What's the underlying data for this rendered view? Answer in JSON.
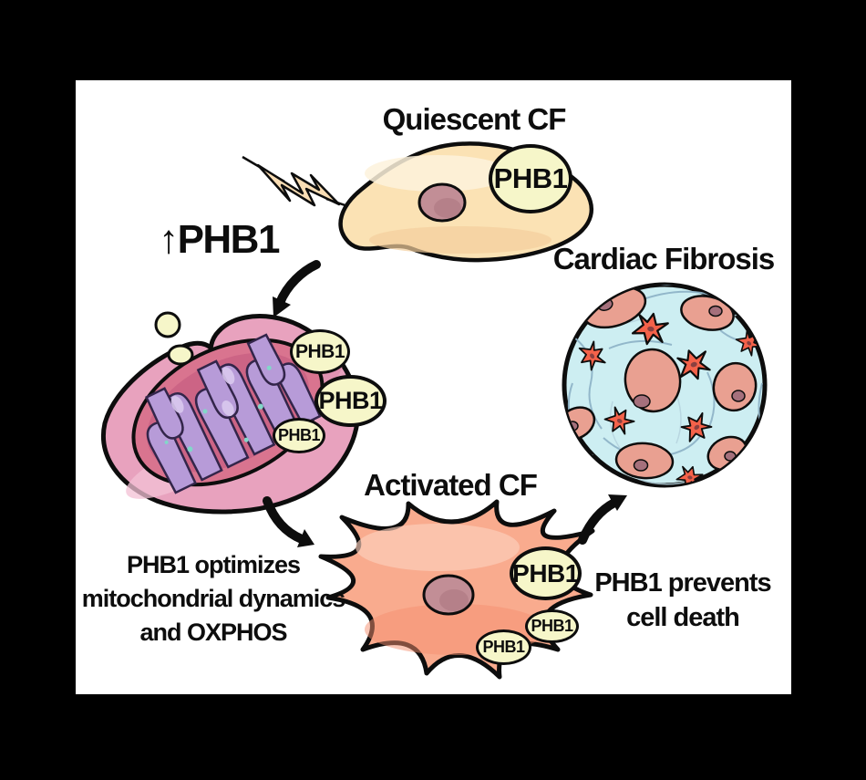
{
  "figure": {
    "type": "graphical-abstract",
    "topic": "PHB1 in cardiac fibroblasts"
  },
  "titles": {
    "quiescent": "Quiescent CF",
    "cardiac_fibrosis": "Cardiac Fibrosis",
    "activated": "Activated CF"
  },
  "annotations": {
    "phb1_up": "↑PHB1",
    "mito_line1": "PHB1 optimizes",
    "mito_line2": "mitochondrial dynamics",
    "mito_line3": "and OXPHOS",
    "death_line1": "PHB1 prevents",
    "death_line2": "cell death"
  },
  "badge_label": "PHB1",
  "icons": {
    "lightning": "stress-stimulus-lightning-icon",
    "arrows": [
      "arrow-quiescent-to-mitochondria",
      "arrow-mitochondria-to-activated",
      "arrow-activated-to-fibrosis"
    ]
  },
  "colors": {
    "background": "#000000",
    "panel_bg": "#ffffff",
    "outline": "#0d0d0d",
    "quiescent_cell": "#fbe2b4",
    "cell_nucleus": "#c28e96",
    "phb1_badge_bg": "#f6f6c9",
    "lightning": "#f9ddb4",
    "mito_outer": "#e8a2be",
    "mito_cavity": "#d9748f",
    "mito_cristae": "#b79bd8",
    "activated_cell": "#f9ab8e",
    "fibrosis_bg": "#cdeef2",
    "fibrosis_matrix_line": "#8fb4c8",
    "fibrosis_cell": "#e9a091",
    "fibroblast_star": "#f4624a",
    "arrow": "#0d0d0d",
    "text": "#0d0d0d"
  }
}
